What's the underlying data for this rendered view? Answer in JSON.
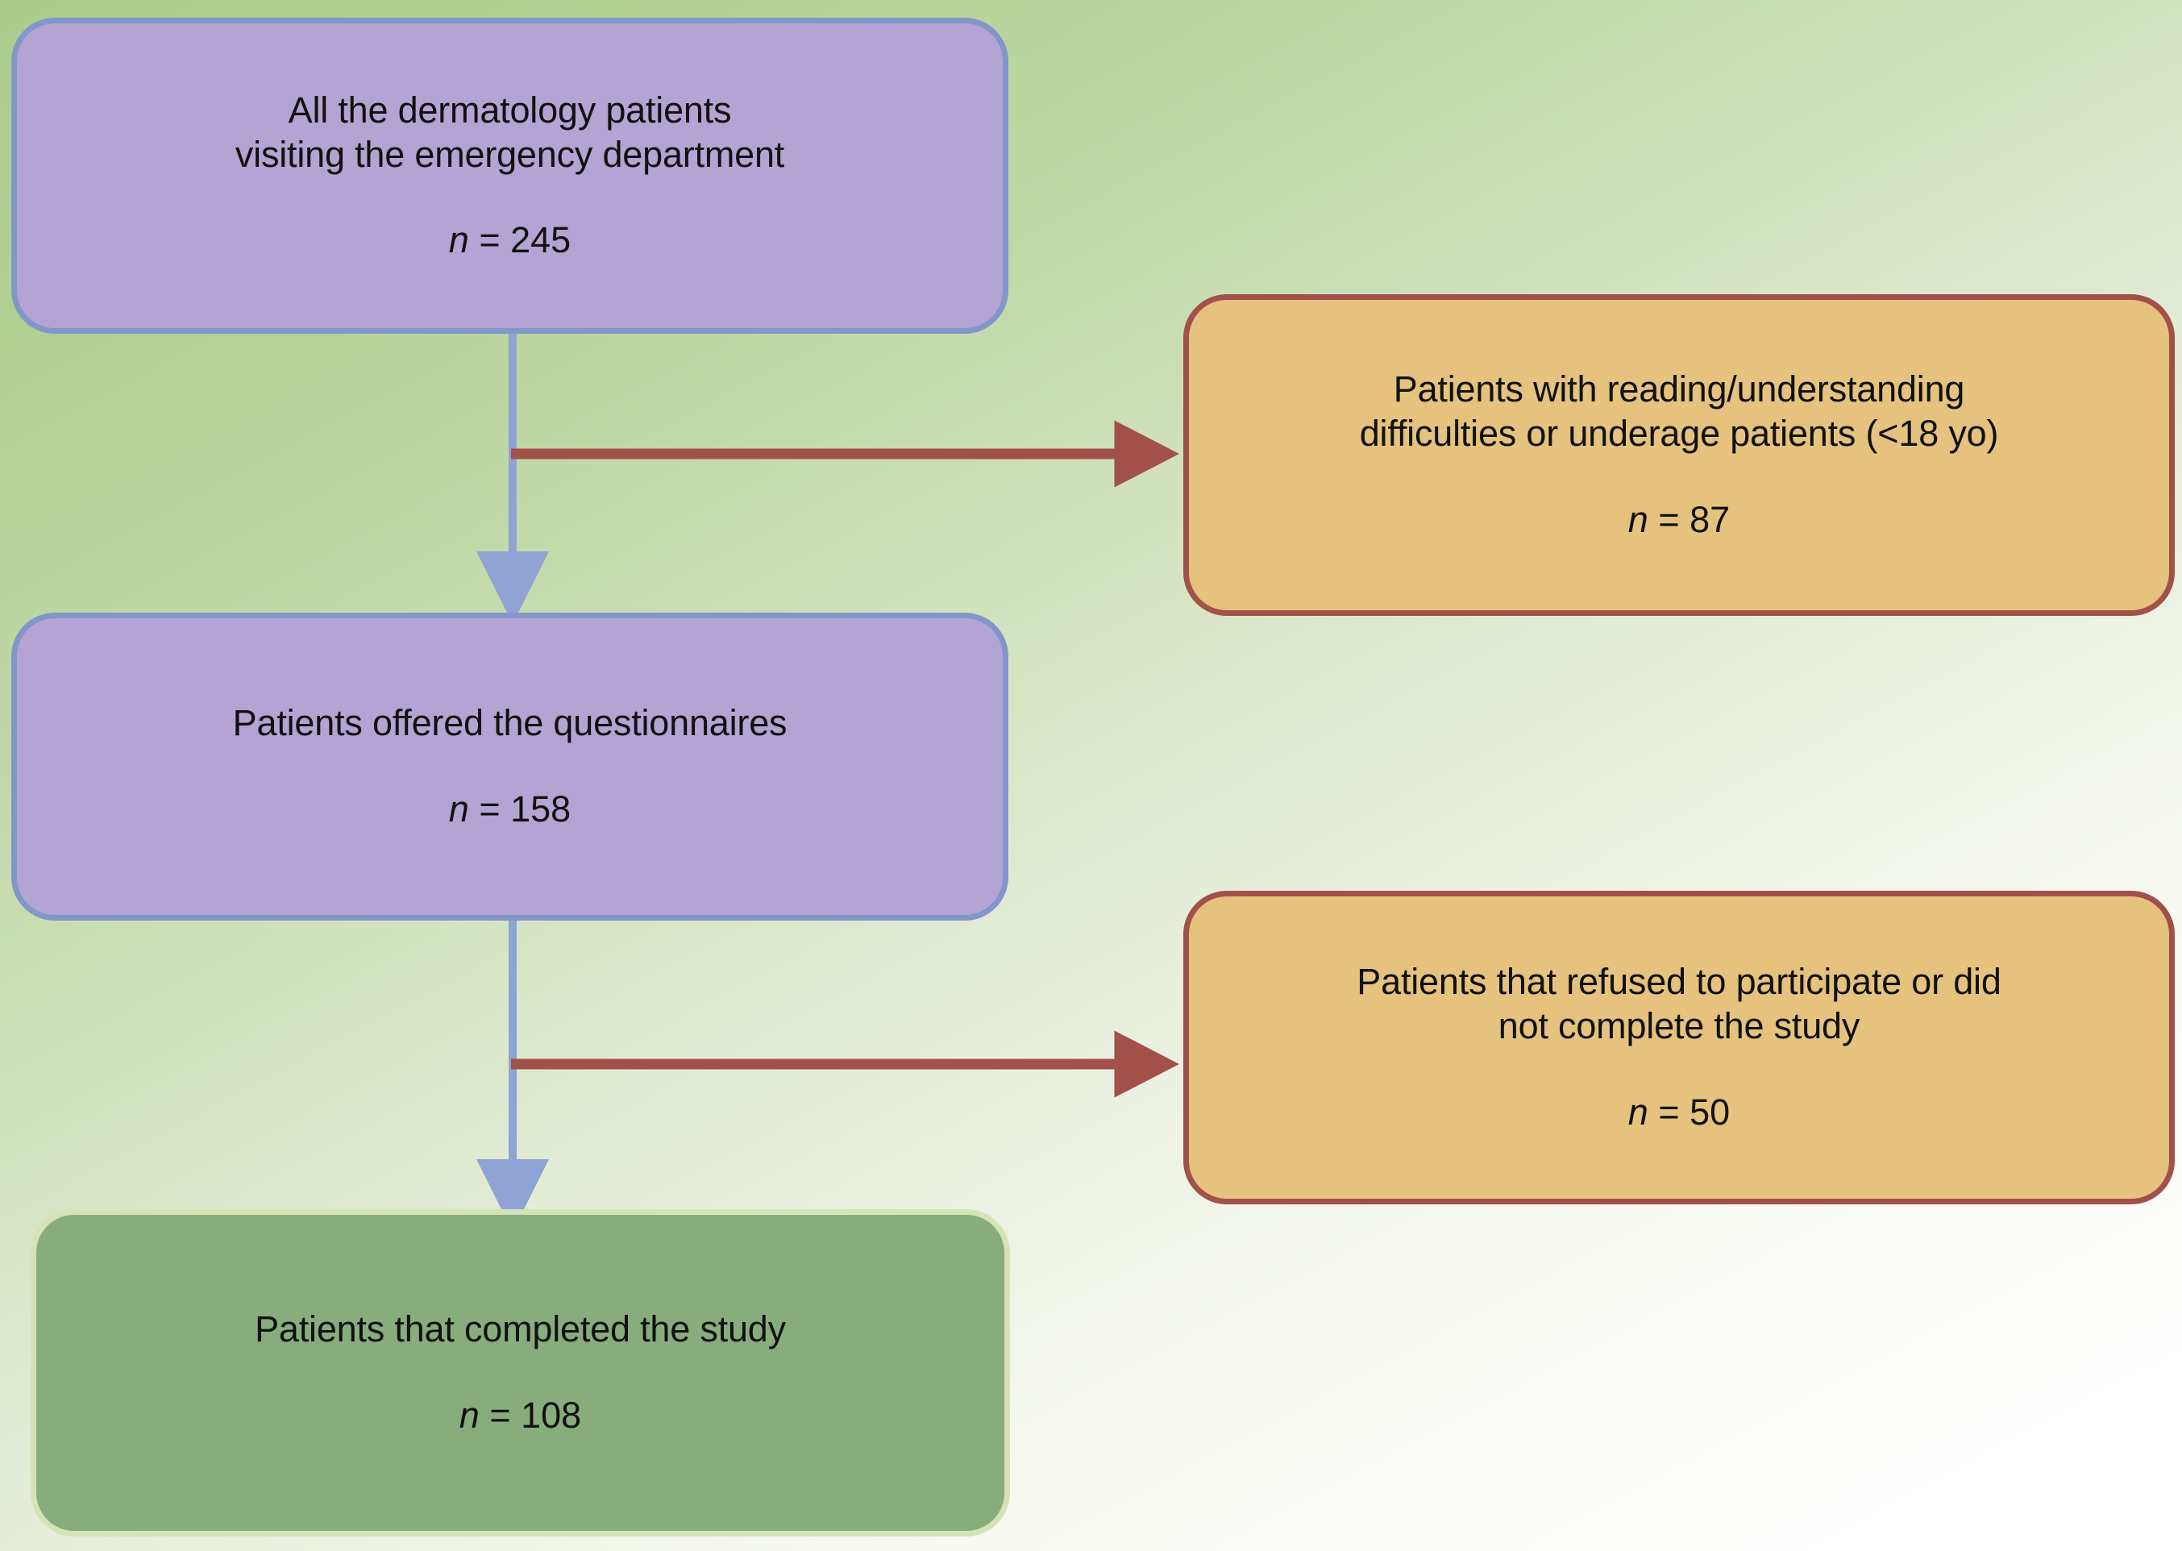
{
  "diagram": {
    "type": "flowchart",
    "title": "Patient recruitment flow diagram",
    "background_gradient_from": "#a9cd8d",
    "background_gradient_to": "#ffffff",
    "colors": {
      "purple_fill": "#b3a4d3",
      "purple_border": "#8196c9",
      "orange_fill": "#e5c27e",
      "orange_border": "#a2504a",
      "green_fill": "#87ad7c",
      "green_border": "#d5e3b6",
      "blue_arrow": "#8fa3d4",
      "red_arrow": "#a2504a",
      "text": "#111111"
    }
  },
  "nodes": {
    "enrolled": {
      "label": "All the dermatology patients\nvisiting the emergency department",
      "n_prefix": "n",
      "n_equals": " = ",
      "n_value": "245",
      "n_text": "n = 245",
      "color": "purple"
    },
    "excluded_reading": {
      "label": "Patients with reading/understanding\ndifficulties or underage patients (<18 yo)",
      "n_prefix": "n",
      "n_equals": " = ",
      "n_value": "87",
      "n_text": "n = 87",
      "color": "orange"
    },
    "offered": {
      "label": "Patients offered the questionnaires",
      "n_prefix": "n",
      "n_equals": " = ",
      "n_value": "158",
      "n_text": "n = 158",
      "color": "purple"
    },
    "excluded_refused": {
      "label": "Patients that refused to participate or did\nnot complete the study",
      "n_prefix": "n",
      "n_equals": " = ",
      "n_value": "50",
      "n_text": "n = 50",
      "color": "orange"
    },
    "completed": {
      "label": "Patients that completed the study",
      "n_prefix": "n",
      "n_equals": " = ",
      "n_value": "108",
      "n_text": "n = 108",
      "color": "green"
    }
  },
  "edges": [
    {
      "name": "enrolled-to-offered",
      "from": "enrolled",
      "to": "offered",
      "style": "blue-down-arrow"
    },
    {
      "name": "enrolled-to-excluded-reading",
      "from": "enrolled",
      "to": "excluded_reading",
      "style": "red-right-arrow"
    },
    {
      "name": "offered-to-completed",
      "from": "offered",
      "to": "completed",
      "style": "blue-down-arrow"
    },
    {
      "name": "offered-to-excluded-refused",
      "from": "offered",
      "to": "excluded_refused",
      "style": "red-right-arrow"
    }
  ]
}
